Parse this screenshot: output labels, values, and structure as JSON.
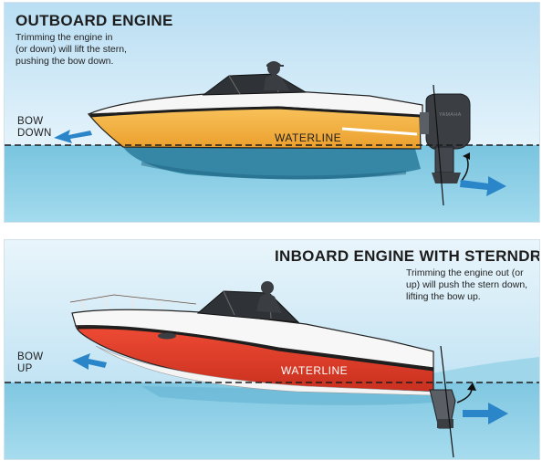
{
  "outboard": {
    "title": "OUTBOARD ENGINE",
    "description_lines": [
      "Trimming the engine in",
      "(or down) will lift the stern,",
      "pushing the bow down."
    ],
    "bow_label_lines": [
      "BOW",
      "DOWN"
    ],
    "waterline_label": "WATERLINE",
    "engine_brand": "YAMAHA"
  },
  "inboard": {
    "title": "INBOARD ENGINE WITH STERNDRIVE",
    "description_lines": [
      "Trimming the engine out (or",
      "up) will push the stern down,",
      "lifting the bow up."
    ],
    "bow_label_lines": [
      "BOW",
      "UP"
    ],
    "waterline_label": "WATERLINE"
  },
  "colors": {
    "sky": "#cde8f7",
    "water": "#8ccfe6",
    "hull_top": "#f4b23f",
    "hull_bottom": "#e0412e",
    "arrow": "#2b86c9",
    "engine": "#3b3f44"
  }
}
